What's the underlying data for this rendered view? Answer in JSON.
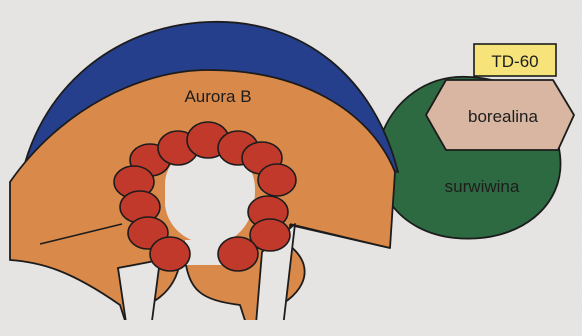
{
  "diagram": {
    "labels": {
      "aurora_b": "Aurora B",
      "td60": "TD-60",
      "borealina": "borealina",
      "surwiwina": "surwiwina"
    },
    "colors": {
      "background": "#e7e5e3",
      "aurora_b_blue": "#263f8c",
      "aurora_b_orange": "#d9894a",
      "beads_red": "#c1392b",
      "surwiwina_green": "#2e6a41",
      "borealina_tan": "#d8b6a1",
      "td60_yellow": "#f6e37a"
    }
  }
}
